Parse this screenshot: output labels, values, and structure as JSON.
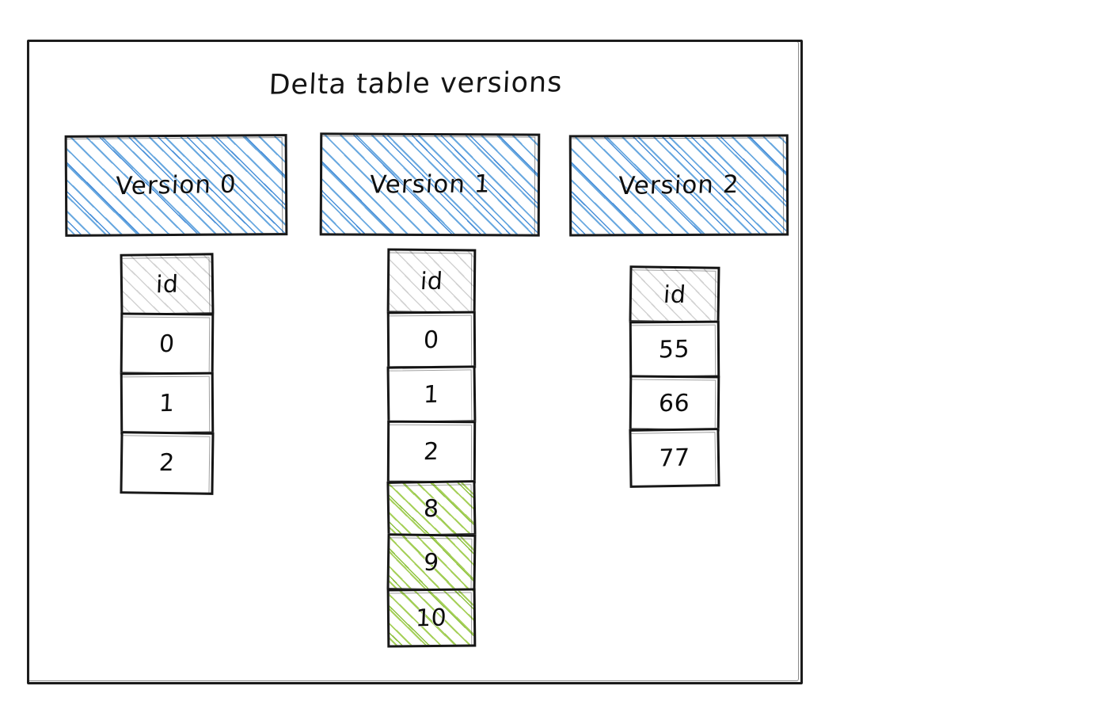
{
  "diagram": {
    "title": "Delta table versions",
    "frame": {
      "name": "outer-frame"
    },
    "colors": {
      "version_hatch_blue": "#4a90d9",
      "new_rows_hatch_green": "#8dc23f",
      "header_hatch_gray": "#d2d2d2",
      "stroke": "#141414",
      "background": "#ffffff"
    },
    "versions": [
      {
        "label": "Version 0",
        "table": {
          "column_header": "id",
          "rows": [
            {
              "value": "0",
              "highlight": "none"
            },
            {
              "value": "1",
              "highlight": "none"
            },
            {
              "value": "2",
              "highlight": "none"
            }
          ]
        }
      },
      {
        "label": "Version 1",
        "table": {
          "column_header": "id",
          "rows": [
            {
              "value": "0",
              "highlight": "none"
            },
            {
              "value": "1",
              "highlight": "none"
            },
            {
              "value": "2",
              "highlight": "none"
            },
            {
              "value": "8",
              "highlight": "green"
            },
            {
              "value": "9",
              "highlight": "green"
            },
            {
              "value": "10",
              "highlight": "green"
            }
          ]
        }
      },
      {
        "label": "Version 2",
        "table": {
          "column_header": "id",
          "rows": [
            {
              "value": "55",
              "highlight": "none"
            },
            {
              "value": "66",
              "highlight": "none"
            },
            {
              "value": "77",
              "highlight": "none"
            }
          ]
        }
      }
    ]
  }
}
